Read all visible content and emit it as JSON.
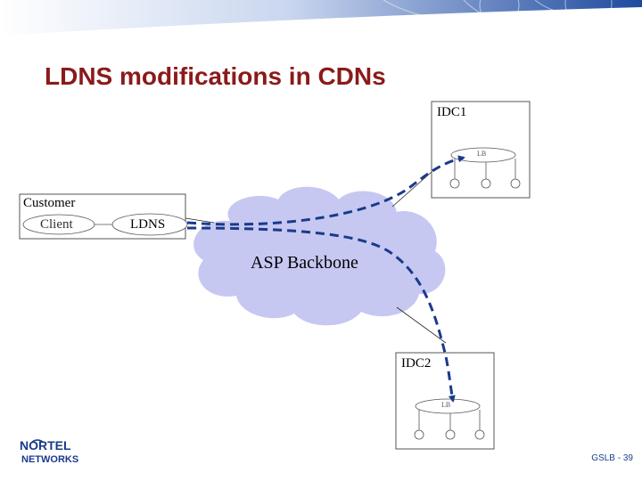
{
  "slide": {
    "title": "LDNS modifications in CDNs",
    "footer": "GSLB - 39"
  },
  "diagram": {
    "idc1": {
      "label": "IDC1",
      "lb_label": "LB"
    },
    "idc2": {
      "label": "IDC2",
      "lb_label": "LB"
    },
    "customer": {
      "label": "Customer",
      "client_label": "Client"
    },
    "ldns_label": "LDNS",
    "cloud_label": "ASP Backbone"
  },
  "logo": {
    "line1": "NORTEL",
    "line2": "NETWORKS"
  },
  "colors": {
    "title": "#8b1a1a",
    "cloud": "#c6c8f2",
    "dashed_path": "#1a3a8c",
    "header_band": "#1e4a9e"
  }
}
